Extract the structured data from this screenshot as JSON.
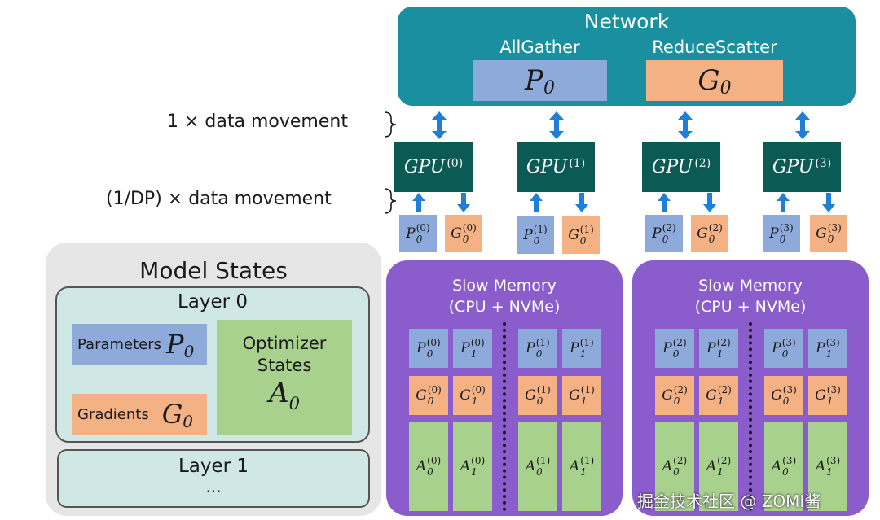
{
  "network": {
    "title": "Network",
    "allgather_label": "AllGather",
    "reducescatter_label": "ReduceScatter",
    "allgather_symbol": "P",
    "allgather_sub": "0",
    "reducescatter_symbol": "G",
    "reducescatter_sub": "0"
  },
  "movement": {
    "upper": "1 × data movement",
    "lower": "(1/DP) × data movement"
  },
  "gpus": [
    {
      "label": "GPU",
      "idx": "(0)"
    },
    {
      "label": "GPU",
      "idx": "(1)"
    },
    {
      "label": "GPU",
      "idx": "(2)"
    },
    {
      "label": "GPU",
      "idx": "(3)"
    }
  ],
  "gpu_tiles": [
    {
      "p": "P",
      "g": "G",
      "sub": "0",
      "sup": "(0)"
    },
    {
      "p": "P",
      "g": "G",
      "sub": "0",
      "sup": "(1)"
    },
    {
      "p": "P",
      "g": "G",
      "sub": "0",
      "sup": "(2)"
    },
    {
      "p": "P",
      "g": "G",
      "sub": "0",
      "sup": "(3)"
    }
  ],
  "slow_memory": {
    "title_line1": "Slow Memory",
    "title_line2": "(CPU + NVMe)"
  },
  "memory_columns": [
    {
      "sup": "(0)",
      "sub": "0"
    },
    {
      "sup": "(0)",
      "sub": "1"
    },
    {
      "sup": "(1)",
      "sub": "0"
    },
    {
      "sup": "(1)",
      "sub": "1"
    },
    {
      "sup": "(2)",
      "sub": "0"
    },
    {
      "sup": "(2)",
      "sub": "1"
    },
    {
      "sup": "(3)",
      "sub": "0"
    },
    {
      "sup": "(3)",
      "sub": "1"
    }
  ],
  "memory_symbols": {
    "p": "P",
    "g": "G",
    "a": "A"
  },
  "model_states": {
    "title": "Model States",
    "layer0": "Layer 0",
    "parameters_label": "Parameters",
    "parameters_symbol": "P",
    "parameters_sub": "0",
    "gradients_label": "Gradients",
    "gradients_symbol": "G",
    "gradients_sub": "0",
    "optimizer_line1": "Optimizer",
    "optimizer_line2": "States",
    "optimizer_symbol": "A",
    "optimizer_sub": "0",
    "layer1": "Layer 1",
    "ellipsis": "..."
  },
  "watermark": "掘金技术社区 @ ZOMI酱",
  "colors": {
    "network": "#1a8fa0",
    "gpu": "#0b5a54",
    "parameters": "#8eaadb",
    "gradients": "#f4b183",
    "optimizer": "#a9d18e",
    "slow_memory": "#8a5ccc",
    "arrow": "#1f7fd6"
  }
}
